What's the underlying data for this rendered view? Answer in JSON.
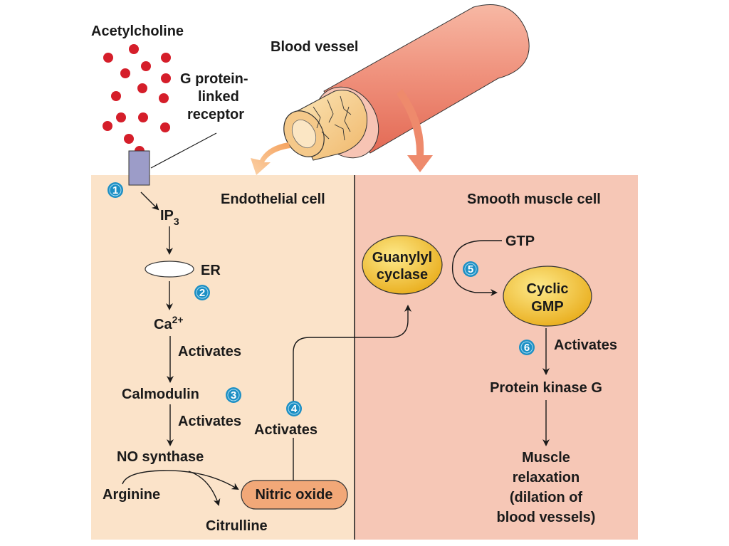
{
  "title": "Nitric oxide signaling pathway for blood vessel dilation",
  "colors": {
    "endothelial_bg": "#fbe3c9",
    "smooth_muscle_bg": "#f6c7b6",
    "step_badge": "#1d8fc4",
    "receptor": "#9c9cc8",
    "acetylcholine_dot": "#d51e2a",
    "enzyme_fill": "#f2c030",
    "nitric_oxide_fill": "#f2a878",
    "vessel": "#ef8f7a"
  },
  "labels": {
    "acetylcholine": "Acetylcholine",
    "receptor_line1": "G protein-",
    "receptor_line2": "linked",
    "receptor_line3": "receptor",
    "blood_vessel": "Blood vessel",
    "endothelial_cell": "Endothelial cell",
    "smooth_muscle_cell": "Smooth muscle cell",
    "ip3": "IP",
    "ip3_sub": "3",
    "er": "ER",
    "ca": "Ca",
    "ca_sup": "2+",
    "activates_1": "Activates",
    "calmodulin": "Calmodulin",
    "activates_2": "Activates",
    "no_synthase": "NO synthase",
    "arginine": "Arginine",
    "citrulline": "Citrulline",
    "nitric_oxide": "Nitric oxide",
    "activates_3": "Activates",
    "guanylyl_line1": "Guanylyl",
    "guanylyl_line2": "cyclase",
    "gtp": "GTP",
    "cgmp_line1": "Cyclic",
    "cgmp_line2": "GMP",
    "activates_4": "Activates",
    "pkg": "Protein kinase G",
    "result_line1": "Muscle",
    "result_line2": "relaxation",
    "result_line3": "(dilation of",
    "result_line4": "blood vessels)"
  },
  "steps": [
    "1",
    "2",
    "3",
    "4",
    "5",
    "6"
  ]
}
